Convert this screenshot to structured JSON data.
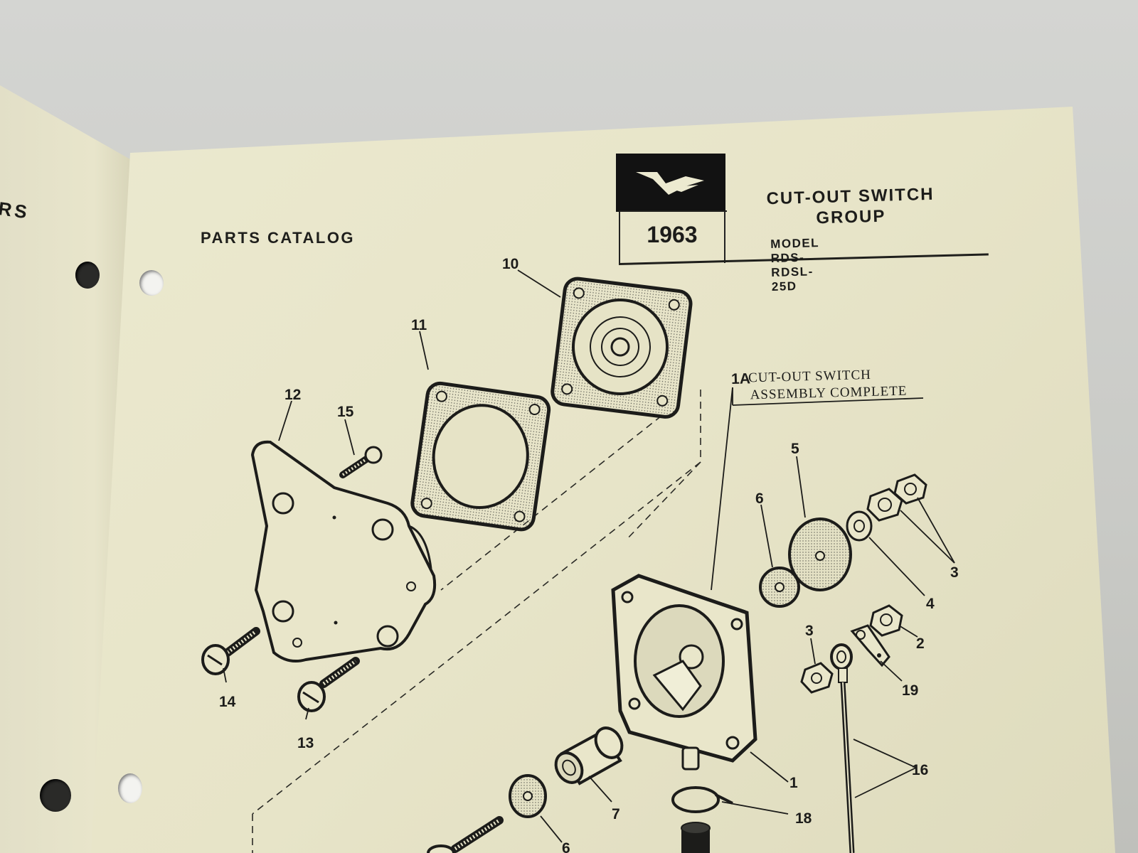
{
  "document": {
    "left_page_fragment": "RS",
    "header": {
      "catalog_title": "PARTS CATALOG",
      "year": "1963",
      "group_title_line1": "CUT-OUT SWITCH",
      "group_title_line2": "GROUP",
      "model": "MODEL RDS-RDSL-25D"
    },
    "diagram": {
      "assembly_label": {
        "number": "1A",
        "line1": "CUT-OUT SWITCH",
        "line2": "ASSEMBLY COMPLETE"
      },
      "callouts": {
        "c10": "10",
        "c11": "11",
        "c12": "12",
        "c15": "15",
        "c14": "14",
        "c13": "13",
        "c5": "5",
        "c6": "6",
        "c3a": "3",
        "c4": "4",
        "c3b": "3",
        "c2": "2",
        "c19": "19",
        "c16": "16",
        "c1": "1",
        "c7": "7",
        "c18": "18",
        "c6b": "6"
      }
    }
  },
  "colors": {
    "paper": "#e9e6ca",
    "ink": "#1c1c1a",
    "background": "#cfd0cc"
  }
}
